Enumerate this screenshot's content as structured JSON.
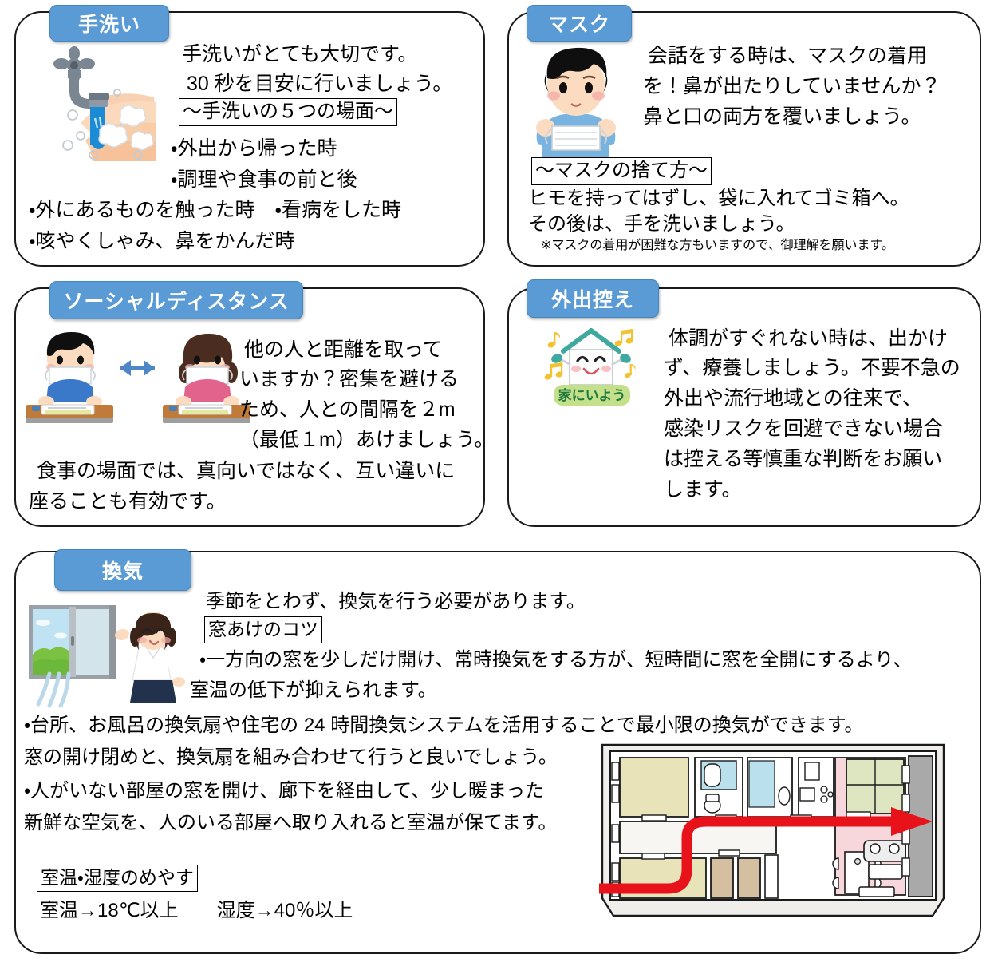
{
  "document": {
    "title": "感染対策ポスター",
    "accent_color": "#5B9BD5",
    "border_color": "#1a1a1a",
    "arrow_color": "#E8131A"
  },
  "cards": {
    "handwash": {
      "badge": "手洗い",
      "icon": "handwashing-faucet-icon",
      "lines": {
        "l1": "手洗いがとても大切です。",
        "l2": "30 秒を目安に行いましょう。",
        "box": "〜手洗いの５つの場面〜",
        "l3": "・外出から帰った時",
        "l4": "・調理や食事の前と後",
        "l5": "・外にあるものを触った時　・看病をした時",
        "l6": "・咳やくしゃみ、鼻をかんだ時"
      }
    },
    "mask": {
      "badge": "マスク",
      "icon": "boy-wearing-mask-icon",
      "lines": {
        "l1": "会話をする時は、マスクの着用",
        "l2": "を！鼻が出たりしていませんか？",
        "l3": "鼻と口の両方を覆いましょう。",
        "box": "〜マスクの捨て方〜",
        "l4": "ヒモを持ってはずし、袋に入れてゴミ箱へ。",
        "l5": "その後は、手を洗いましょう。",
        "note": "※マスクの着用が困難な方もいますので、御理解を願います。"
      }
    },
    "social_distance": {
      "badge": "ソーシャルディスタンス",
      "icon": "two-students-distanced-icon",
      "lines": {
        "l1": "他の人と距離を取って",
        "l2": "いますか？密集を避ける",
        "l3": "ため、人との間隔を２m",
        "l4": "（最低１m）あけましょう。",
        "l5": "食事の場面では、真向いではなく、互い違いに",
        "l6": "座ることも有効です。"
      }
    },
    "stay_home": {
      "badge": "外出控え",
      "icon": "smiling-house-stay-home-icon",
      "icon_banner": "家にいよう",
      "lines": {
        "l1": "体調がすぐれない時は、出かけ",
        "l2": "ず、療養しましょう。不要不急の",
        "l3": "外出や流行地域との往来で、",
        "l4": "感染リスクを回避できない場合",
        "l5": "は控える等慎重な判断をお願い",
        "l6": "します。"
      }
    },
    "ventilation": {
      "badge": "換気",
      "icon": "woman-opening-window-icon",
      "diagram_icon": "floor-plan-airflow-icon",
      "lines": {
        "l1": "季節をとわず、換気を行う必要があります。",
        "box_a": "窓あけのコツ",
        "l2": "・一方向の窓を少しだけ開け、常時換気をする方が、短時間に窓を全開にするより、",
        "l3": "室温の低下が抑えられます。",
        "l4": "・台所、お風呂の換気扇や住宅の 24 時間換気システムを活用することで最小限の換気ができます。",
        "l5": "窓の開け閉めと、換気扇を組み合わせて行うと良いでしょう。",
        "l6": "・人がいない部屋の窓を開け、廊下を経由して、少し暖まった",
        "l7": "新鮮な空気を、人のいる部屋へ取り入れると室温が保てます。",
        "box_b": "室温・湿度のめやす",
        "l8": "室温→18℃以上　　湿度→40％以上"
      }
    }
  }
}
